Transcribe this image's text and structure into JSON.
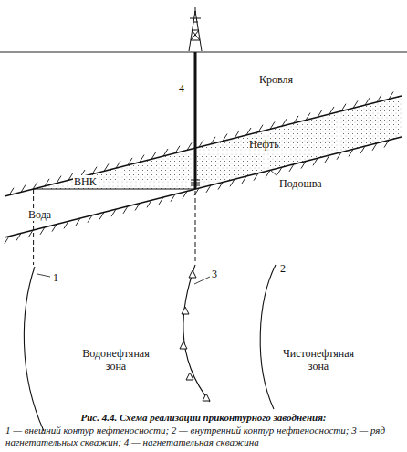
{
  "diagram": {
    "caption": "Рис. 4.4. Схема реализации приконтурного заводнения:",
    "labels": [
      "4",
      "Кровля",
      "Нефть",
      "ВНК",
      "Подошва",
      "Вода",
      "1",
      "3",
      "2",
      "Водонефтяная зона",
      "Чистонефтяная зона",
      "1 — внешний контур нефтеносности; 2 — внутренний контур нефтеносности; 3 — ряд нагнетательных скважин; 4 — нагнетательная скважина"
    ]
  }
}
